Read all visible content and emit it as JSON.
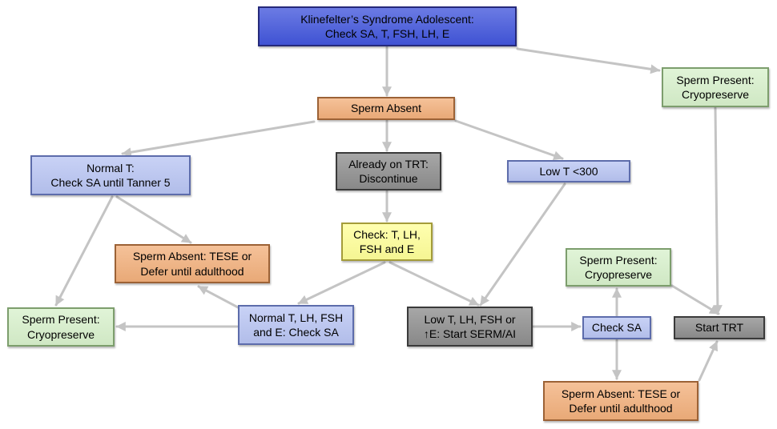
{
  "nodes": [
    {
      "lines": [
        "Klinefelter’s Syndrome Adolescent:",
        "Check SA, T, FSH, LH, E"
      ],
      "fill": "#4256dc"
    },
    {
      "lines": [
        "Sperm Absent"
      ],
      "fill": "#f2b07c"
    },
    {
      "lines": [
        "Sperm Present:",
        "Cryopreserve"
      ],
      "fill": "#d8f1cc"
    },
    {
      "lines": [
        "Normal T:",
        "Check SA until Tanner 5"
      ],
      "fill": "#b9c5f3"
    },
    {
      "lines": [
        "Already on TRT:",
        "Discontinue"
      ],
      "fill": "#8e8e8e"
    },
    {
      "lines": [
        "Low T <300"
      ],
      "fill": "#b9c5f3"
    },
    {
      "lines": [
        "Check: T, LH,",
        "FSH and E"
      ],
      "fill": "#ffff99"
    },
    {
      "lines": [
        "Sperm Absent: TESE or",
        "Defer until adulthood"
      ],
      "fill": "#f2b07c"
    },
    {
      "lines": [
        "Sperm Present:",
        "Cryopreserve"
      ],
      "fill": "#d8f1cc"
    },
    {
      "lines": [
        "Sperm Present:",
        "Cryopreserve"
      ],
      "fill": "#d8f1cc"
    },
    {
      "lines": [
        "Normal T, LH, FSH",
        "and E: Check SA"
      ],
      "fill": "#b9c5f3"
    },
    {
      "lines": [
        "Low T, LH, FSH or",
        "↑E: Start SERM/AI"
      ],
      "fill": "#8e8e8e"
    },
    {
      "lines": [
        "Check SA"
      ],
      "fill": "#b9c5f3"
    },
    {
      "lines": [
        "Start TRT"
      ],
      "fill": "#8e8e8e"
    },
    {
      "lines": [
        "Sperm Absent: TESE or",
        "Defer until adulthood"
      ],
      "fill": "#f2b07c"
    }
  ],
  "arrow_color": "#c4c4c4"
}
